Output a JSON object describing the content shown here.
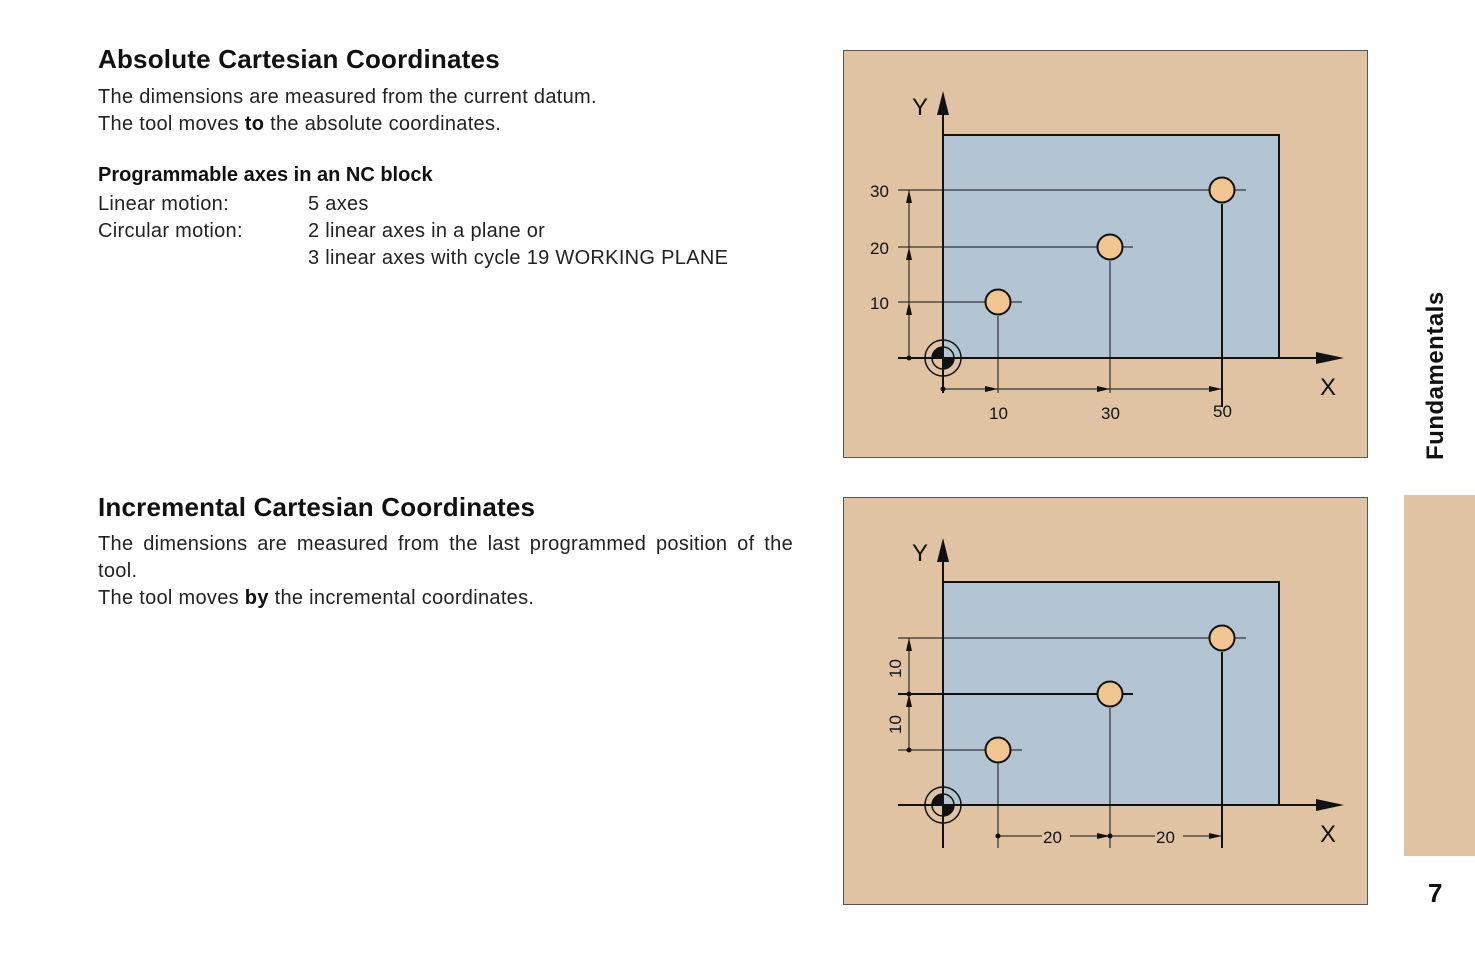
{
  "sections": {
    "absolute": {
      "title": "Absolute Cartesian Coordinates",
      "line1": "The dimensions are measured from the current datum.",
      "line2_pre": "The tool moves ",
      "line2_bold": "to",
      "line2_post": " the absolute coordinates.",
      "axes": {
        "heading": "Programmable axes in an NC block",
        "rows": [
          {
            "label": "Linear motion:",
            "value": "5 axes"
          },
          {
            "label": "Circular motion:",
            "value": "2  linear axes in a plane or"
          },
          {
            "label": "",
            "value": "3  linear axes with cycle 19 WORKING PLANE"
          }
        ]
      }
    },
    "incremental": {
      "title": "Incremental  Cartesian  Coordinates",
      "line1": "The dimensions are measured from the last programmed position of the tool.",
      "line2_pre": "The tool moves ",
      "line2_bold": "by",
      "line2_post": " the incremental coordinates."
    }
  },
  "figures": {
    "absolute": {
      "axis_y": "Y",
      "axis_x": "X",
      "x_labels": [
        "10",
        "30",
        "50"
      ],
      "y_labels": [
        "30",
        "20",
        "10"
      ]
    },
    "incremental": {
      "axis_y": "Y",
      "axis_x": "X",
      "x_labels": [
        "20",
        "20"
      ],
      "y_labels": [
        "10",
        "10"
      ]
    }
  },
  "side_tab": {
    "label": "Fundamentals"
  },
  "page_number": "7",
  "colors": {
    "panel_background": "#e0c3a3",
    "workpiece": "#b3c5d2",
    "side_tab": "#e0c3a3",
    "hole_fill": "#f2c690"
  }
}
